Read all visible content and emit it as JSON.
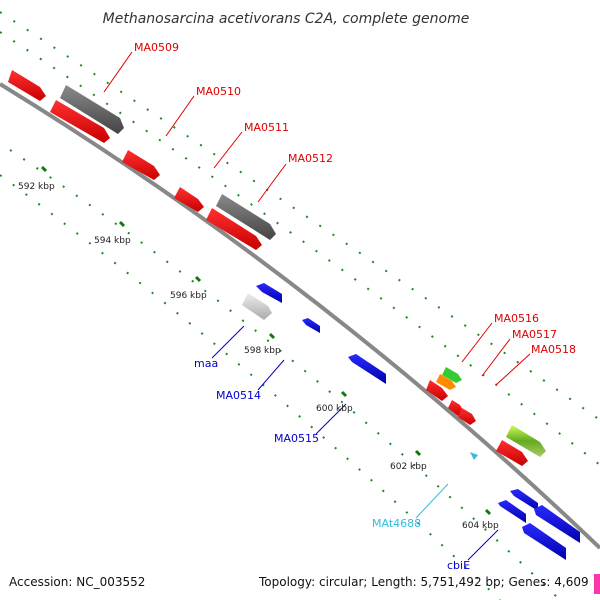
{
  "title": "Methanosarcina acetivorans C2A, complete genome",
  "footer": {
    "accession": "Accession: NC_003552",
    "summary": "Topology: circular; Length: 5,751,492 bp; Genes: 4,609"
  },
  "ticks": [
    "592 kbp",
    "594 kbp",
    "596 kbp",
    "598 kbp",
    "600 kbp",
    "602 kbp",
    "604 kbp"
  ],
  "labels": [
    {
      "text": "MA0509",
      "color": "#e00000"
    },
    {
      "text": "MA0510",
      "color": "#e00000"
    },
    {
      "text": "MA0511",
      "color": "#e00000"
    },
    {
      "text": "MA0512",
      "color": "#e00000"
    },
    {
      "text": "maa",
      "color": "#0000cc"
    },
    {
      "text": "MA0514",
      "color": "#0000cc"
    },
    {
      "text": "MA0515",
      "color": "#0000cc"
    },
    {
      "text": "MA0516",
      "color": "#e00000"
    },
    {
      "text": "MA0517",
      "color": "#e00000"
    },
    {
      "text": "MA0518",
      "color": "#e00000"
    },
    {
      "text": "MAt4688",
      "color": "#33bbdd"
    },
    {
      "text": "cbiE",
      "color": "#0000cc"
    }
  ],
  "colors": {
    "forward_gene": "#ff0000",
    "reverse_gene": "#0000ee",
    "cog_gray": "#666666",
    "trna": "#33bbdd",
    "backbone": "#888888",
    "dots": "#228822"
  }
}
